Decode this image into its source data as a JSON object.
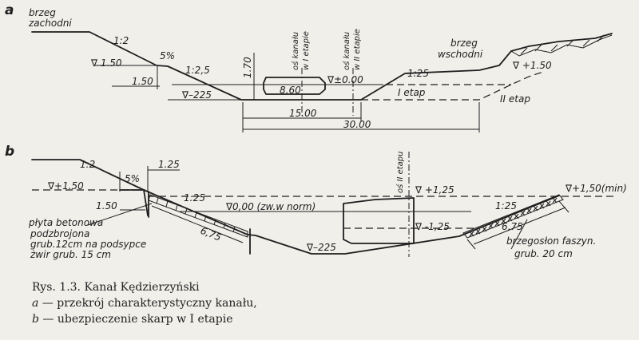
{
  "figure": {
    "label_a": "a",
    "label_b": "b",
    "a": {
      "west_bank_line1": "brzeg",
      "west_bank_line2": "zachodni",
      "east_bank_line1": "brzeg",
      "east_bank_line2": "wschodni",
      "slope_1_2": "1:2",
      "grade": "5%",
      "slope_left": "1:2,5",
      "slope_right": "1:25",
      "level_left": "∇ 1.50",
      "level_right": "∇ +1.50",
      "level_water": "∇±0.00",
      "level_bottom": "∇–225",
      "dim_150": "1.50",
      "dim_170": "1.70",
      "dim_860": "8.60",
      "dim_1500": "15.00",
      "dim_3000": "30.00",
      "axis1_line1": "oś kanału",
      "axis1_line2": "w I etapie",
      "axis2_line1": "oś kanału",
      "axis2_line2": "w II etapie",
      "stage1": "I etap",
      "stage2": "II etap"
    },
    "b": {
      "slope_1_2": "1:2",
      "grade": "5%",
      "dim_125_top": "1.25",
      "level_left": "∇+1.50",
      "dim_150": "1.50",
      "slope_left": "1:25",
      "water_level": "∇0,00 (zw.w norm)",
      "dim_675_left": "6,75",
      "axis_line1": "oś II etapu",
      "level_125": "∇ +1,25",
      "level_minus125": "∇ -1,25",
      "level_bottom": "∇–225",
      "slope_right": "1:25",
      "dim_675_right": "6,75",
      "level_right": "∇+1,50(min)",
      "plate_line1": "płyta betonowa",
      "plate_line2": "podzbrojona",
      "plate_line3": "grub.12cm na podsypce",
      "plate_line4": "żwir grub. 15 cm",
      "fascine_line1": "brzegosłon faszyn.",
      "fascine_line2": "grub. 20 cm"
    }
  },
  "caption": {
    "title": "Rys. 1.3. Kanał Kędzierzyński",
    "line_a_letter": "a",
    "line_a_text": " — przekrój charakterystyczny kanału,",
    "line_b_letter": "b",
    "line_b_text": " — ubezpieczenie skarp w I etapie"
  }
}
